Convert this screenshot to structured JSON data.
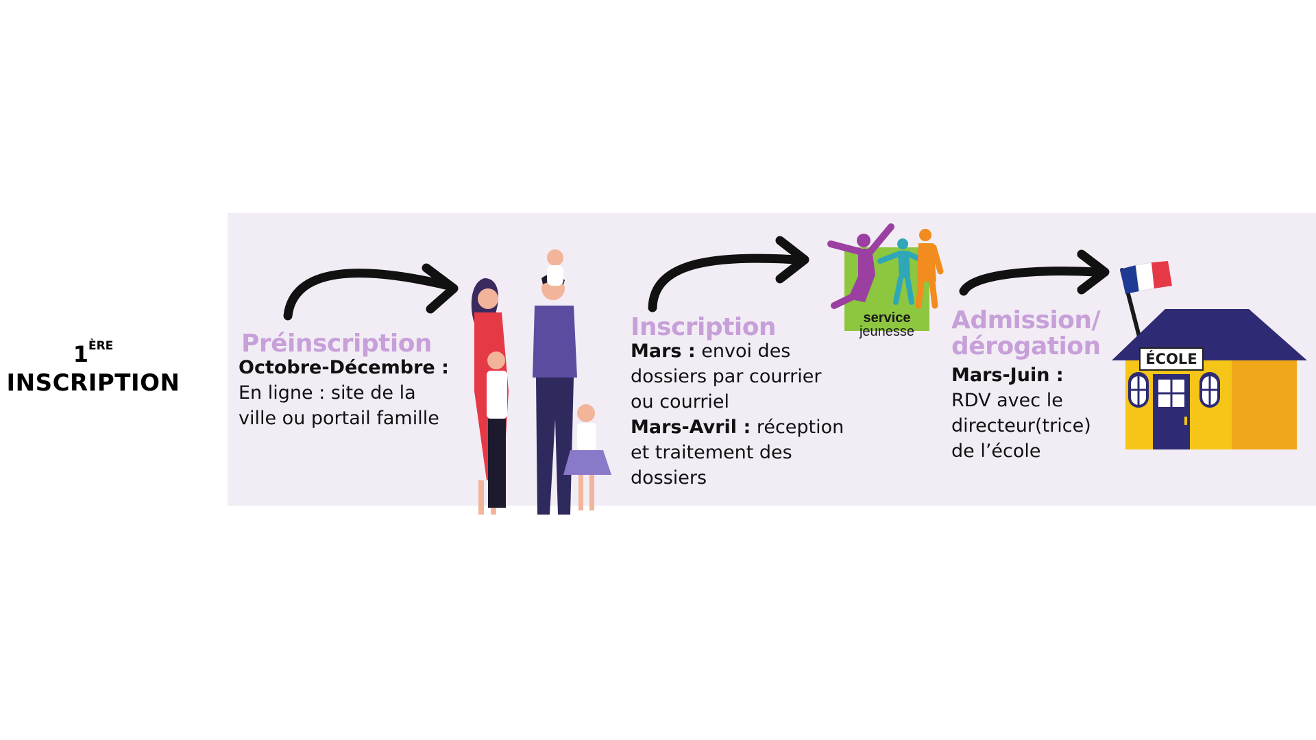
{
  "side_title": {
    "ordinal": "1",
    "ordinal_sup": "ÈRE",
    "main": "INSCRIPTION"
  },
  "steps": [
    {
      "title": "Préinscription",
      "lines": [
        {
          "bold": "Octobre-Décembre :",
          "text": ""
        },
        {
          "bold": "",
          "text": "En ligne : site de la"
        },
        {
          "bold": "",
          "text": "ville ou portail famille"
        }
      ]
    },
    {
      "title": "Inscription",
      "lines": [
        {
          "bold": "Mars :",
          "text": " envoi des"
        },
        {
          "bold": "",
          "text": "dossiers par courrier"
        },
        {
          "bold": "",
          "text": "ou courriel"
        },
        {
          "bold": "Mars-Avril :",
          "text": " réception"
        },
        {
          "bold": "",
          "text": "et traitement des"
        },
        {
          "bold": "",
          "text": "dossiers"
        }
      ]
    },
    {
      "title_line1": "Admission/",
      "title_line2": "dérogation",
      "lines": [
        {
          "bold": "Mars-Juin :",
          "text": ""
        },
        {
          "bold": "",
          "text": "RDV avec le"
        },
        {
          "bold": "",
          "text": "directeur(trice)"
        },
        {
          "bold": "",
          "text": "de l’école"
        }
      ]
    }
  ],
  "service_logo": {
    "line1": "service",
    "line2": "jeunesse"
  },
  "school": {
    "sign": "ÉCOLE"
  },
  "colors": {
    "panel_bg": "#f2ecf5",
    "title_purple": "#c7a0d9",
    "badge_green": "#8dc63f",
    "house_yellow": "#f5c518",
    "roof_navy": "#2e2a73"
  }
}
